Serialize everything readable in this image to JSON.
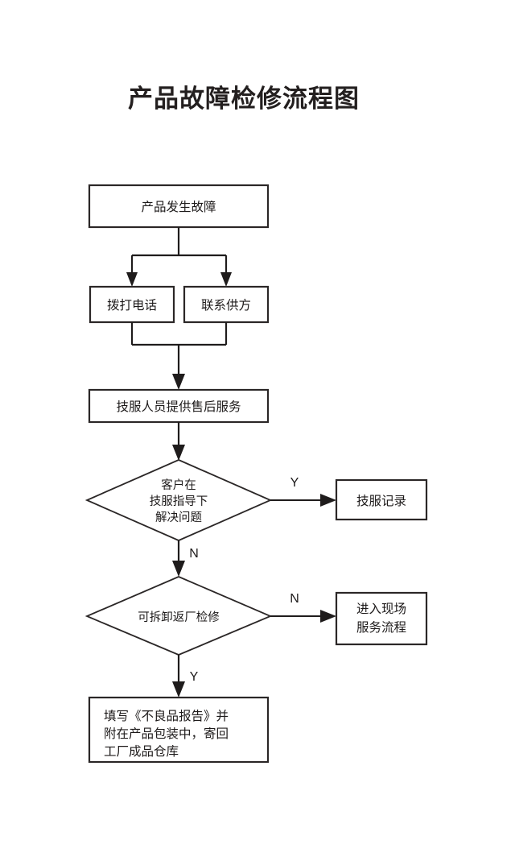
{
  "document": {
    "title": "产品故障检修流程图",
    "type": "flowchart",
    "background_color": "#ffffff",
    "line_color": "#1f1c1c",
    "box_fill": "#ffffff"
  },
  "nodes": [
    {
      "id": "start",
      "shape": "rectangle",
      "label": "产品发生故障",
      "lines": [
        "产品发生故障"
      ]
    },
    {
      "id": "call-phone",
      "shape": "rectangle",
      "label": "拨打电话",
      "lines": [
        "拨打电话"
      ]
    },
    {
      "id": "contact-supplier",
      "shape": "rectangle",
      "label": "联系供方",
      "lines": [
        "联系供方"
      ]
    },
    {
      "id": "after-sales-service",
      "shape": "rectangle",
      "label": "技服人员提供售后服务",
      "lines": [
        "技服人员提供售后服务"
      ]
    },
    {
      "id": "decision-customer-solved",
      "shape": "diamond",
      "label": "客户在技服指导下解决问题",
      "lines": [
        "客户在",
        "技服指导下",
        "解决问题"
      ]
    },
    {
      "id": "service-record",
      "shape": "rectangle",
      "label": "技服记录",
      "lines": [
        "技服记录"
      ]
    },
    {
      "id": "decision-return-factory",
      "shape": "diamond",
      "label": "可拆卸返厂检修",
      "lines": [
        "可拆卸返厂检修"
      ]
    },
    {
      "id": "onsite-service",
      "shape": "rectangle",
      "label": "进入现场服务流程",
      "lines": [
        "进入现场",
        "服务流程"
      ]
    },
    {
      "id": "defect-report",
      "shape": "rectangle",
      "label": "填写《不良品报告》并附在产品包装中，寄回工厂成品仓库",
      "lines": [
        "填写《不良品报告》并",
        "附在产品包装中，寄回",
        "工厂成品仓库"
      ]
    }
  ],
  "branch_labels": {
    "customer_solved_yes": "Y",
    "customer_solved_no": "N",
    "return_factory_no": "N",
    "return_factory_yes": "Y"
  }
}
